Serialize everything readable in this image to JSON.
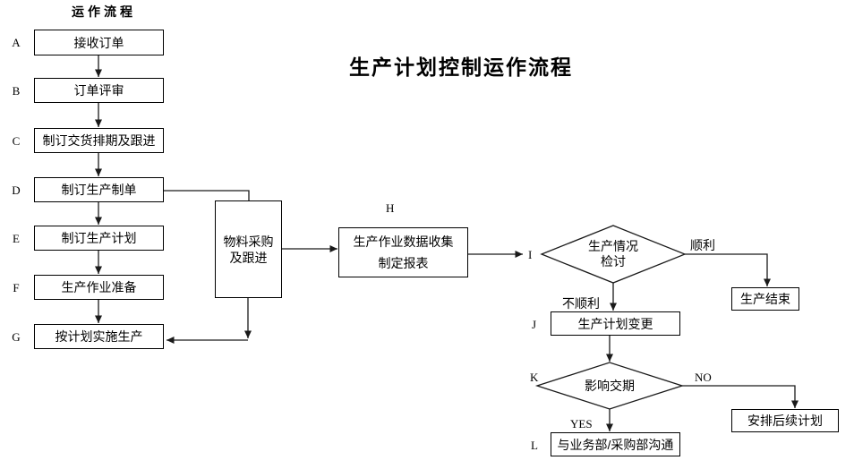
{
  "title": "生产计划控制运作流程",
  "flow_column": {
    "header": "运作流程",
    "steps": [
      {
        "id": "A",
        "label": "接收订单"
      },
      {
        "id": "B",
        "label": "订单评审"
      },
      {
        "id": "C",
        "label": "制订交货排期及跟进"
      },
      {
        "id": "D",
        "label": "制订生产制单"
      },
      {
        "id": "E",
        "label": "制订生产计划"
      },
      {
        "id": "F",
        "label": "生产作业准备"
      },
      {
        "id": "G",
        "label": "按计划实施生产"
      }
    ]
  },
  "material_box": {
    "line1": "物料采购",
    "line2": "及跟进"
  },
  "data_collection": {
    "id": "H",
    "line1": "生产作业数据收集",
    "line2": "制定报表"
  },
  "review_decision": {
    "id": "I",
    "line1": "生产情况",
    "line2": "检讨"
  },
  "plan_change": {
    "id": "J",
    "label": "生产计划变更"
  },
  "delivery_decision": {
    "id": "K",
    "label": "影响交期"
  },
  "communicate": {
    "id": "L",
    "label": "与业务部/采购部沟通"
  },
  "production_end": {
    "label": "生产结束"
  },
  "followup_plan": {
    "label": "安排后续计划"
  },
  "edge_labels": {
    "smooth": "顺利",
    "not_smooth": "不顺利",
    "yes": "YES",
    "no": "NO"
  },
  "colors": {
    "background": "#ffffff",
    "line": "#1a1a1a",
    "box_border": "#000000",
    "box_fill": "#ffffff",
    "text": "#000000"
  }
}
